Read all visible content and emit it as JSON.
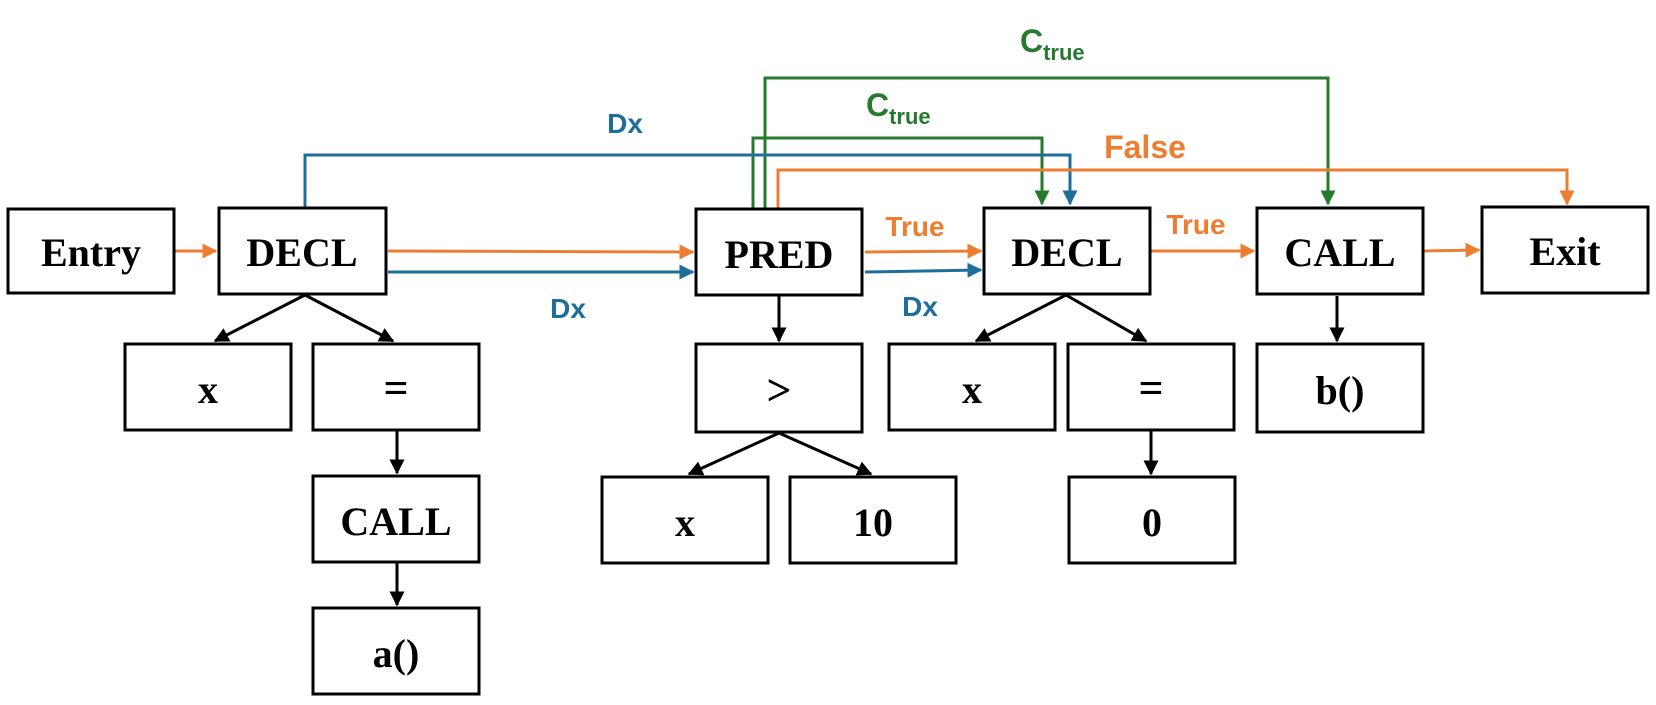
{
  "colors": {
    "ast": "#000000",
    "flow": "#ED7D31",
    "data": "#1F6E99",
    "control": "#267A2E"
  },
  "nodes": {
    "entry": "Entry",
    "decl1": "DECL",
    "decl1_var": "x",
    "decl1_assign": "=",
    "decl1_call": "CALL",
    "decl1_callee": "a()",
    "pred": "PRED",
    "pred_op": ">",
    "pred_lhs": "x",
    "pred_rhs": "10",
    "decl2": "DECL",
    "decl2_var": "x",
    "decl2_assign": "=",
    "decl2_value": "0",
    "call2": "CALL",
    "call2_callee": "b()",
    "exit": "Exit"
  },
  "edge_labels": {
    "dx_top": "Dx",
    "dx_bottom_1": "Dx",
    "dx_bottom_2": "Dx",
    "true_1": "True",
    "true_2": "True",
    "false": "False",
    "ctrue_outer": "C",
    "ctrue_outer_sub": "true",
    "ctrue_inner": "C",
    "ctrue_inner_sub": "true"
  }
}
